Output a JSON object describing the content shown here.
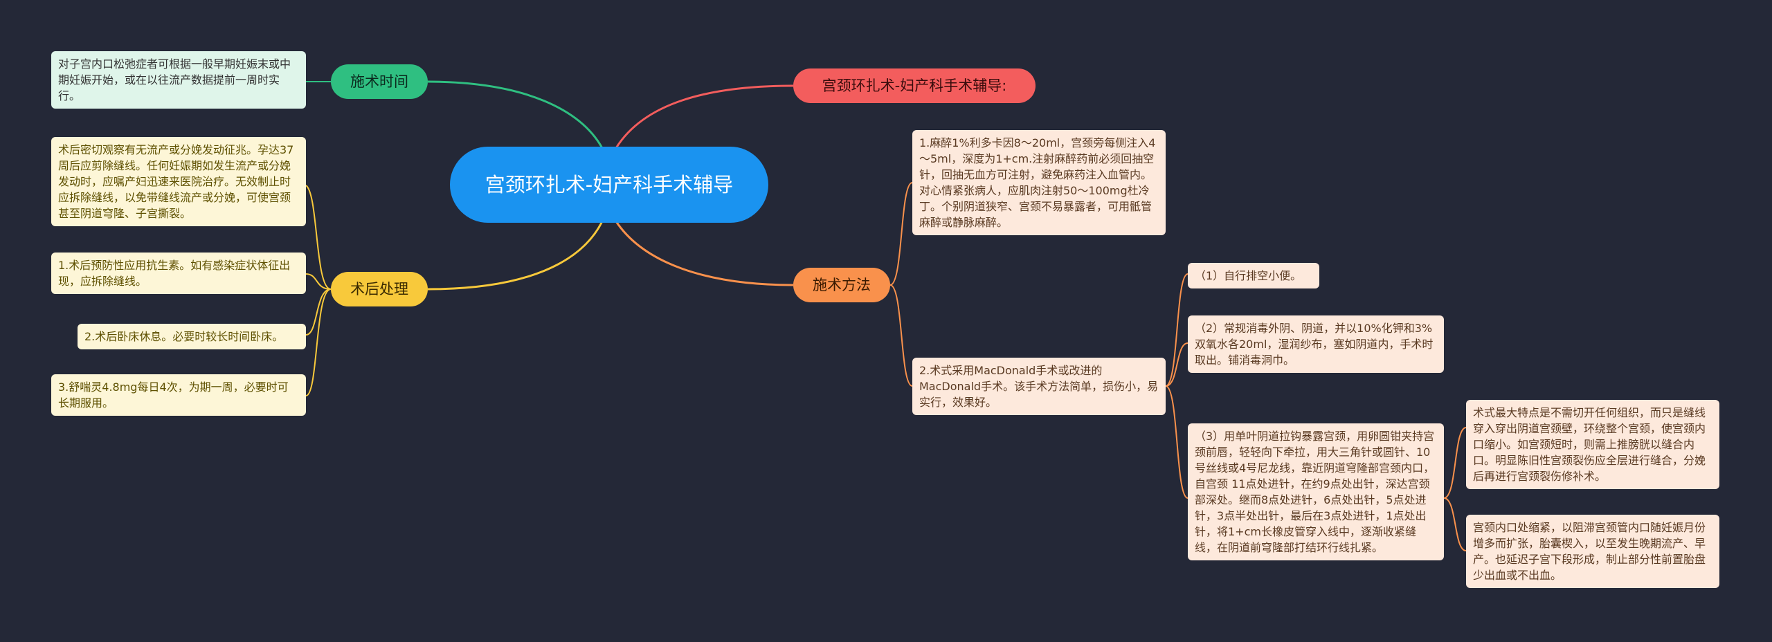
{
  "root": {
    "label": "宫颈环扎术-妇产科手术辅导"
  },
  "branches": {
    "timing": {
      "label": "施术时间",
      "note": "对子宫内口松弛症者可根据一般早期妊娠末或中期妊娠开始，或在以往流产数据提前一周时实行。"
    },
    "title_copy": {
      "label": "宫颈环扎术-妇产科手术辅导:"
    },
    "postop": {
      "label": "术后处理",
      "notes": [
        "术后密切观察有无流产或分娩发动征兆。孕达37周后应剪除缝线。任何妊娠期如发生流产或分娩发动时，应嘱产妇迅速来医院治疗。无效制止时应拆除缝线，以免带缝线流产或分娩，可使宫颈甚至阴道穹隆、子宫撕裂。",
        "1.术后预防性应用抗生素。如有感染症状体征出现，应拆除缝线。",
        "2.术后卧床休息。必要时较长时间卧床。",
        "3.舒喘灵4.8mg每日4次，为期一周，必要时可长期服用。"
      ]
    },
    "method": {
      "label": "施术方法",
      "anesthesia": "1.麻醉1%利多卡因8～20ml，宫颈旁每侧注入4～5ml，深度为1+cm.注射麻醉药前必须回抽空针，回抽无血方可注射，避免麻药注入血管内。对心情紧张病人，应肌肉注射50～100mg杜冷丁。个别阴道狭窄、宫颈不易暴露者，可用骶管麻醉或静脉麻醉。",
      "technique": "2.术式采用MacDonald手术或改进的MacDonald手术。该手术方法简单，损伤小，易实行，效果好。",
      "steps": [
        "（1）自行排空小便。",
        "（2）常规消毒外阴、阴道，并以10%化钾和3%双氧水各20ml，湿润纱布，塞如阴道内，手术时取出。铺消毒洞巾。",
        "（3）用单叶阴道拉钩暴露宫颈，用卵圆钳夹持宫颈前唇，轻轻向下牵拉，用大三角针或圆针、10号丝线或4号尼龙线，靠近阴道穹隆部宫颈内口，自宫颈 11点处进针，在约9点处出针，深达宫颈部深处。继而8点处进针，6点处出针，5点处进针，3点半处出针，最后在3点处进针，1点处出针，将1+cm长橡皮管穿入线中，逐渐收紧缝线，在阴道前穹隆部打结环行线扎紧。"
      ],
      "step3_notes": [
        "术式最大特点是不需切开任何组织，而只是缝线穿入穿出阴道宫颈壁，环绕整个宫颈，使宫颈内口缩小。如宫颈短时，则需上推膀胱以缝合内口。明显陈旧性宫颈裂伤应全层进行缝合，分娩后再进行宫颈裂伤修补术。",
        "宫颈内口处缩紧，以阻滞宫颈管内口随妊娠月份增多而扩张，胎囊楔入，以至发生晚期流产、早产。也延迟子宫下段形成，制止部分性前置胎盘少出血或不出血。"
      ]
    }
  },
  "colors": {
    "background": "#242837",
    "root": "#1a93f0",
    "timing": "#2fbf81",
    "title_copy": "#f35d5d",
    "postop": "#f8c93b",
    "method": "#f9914c"
  }
}
